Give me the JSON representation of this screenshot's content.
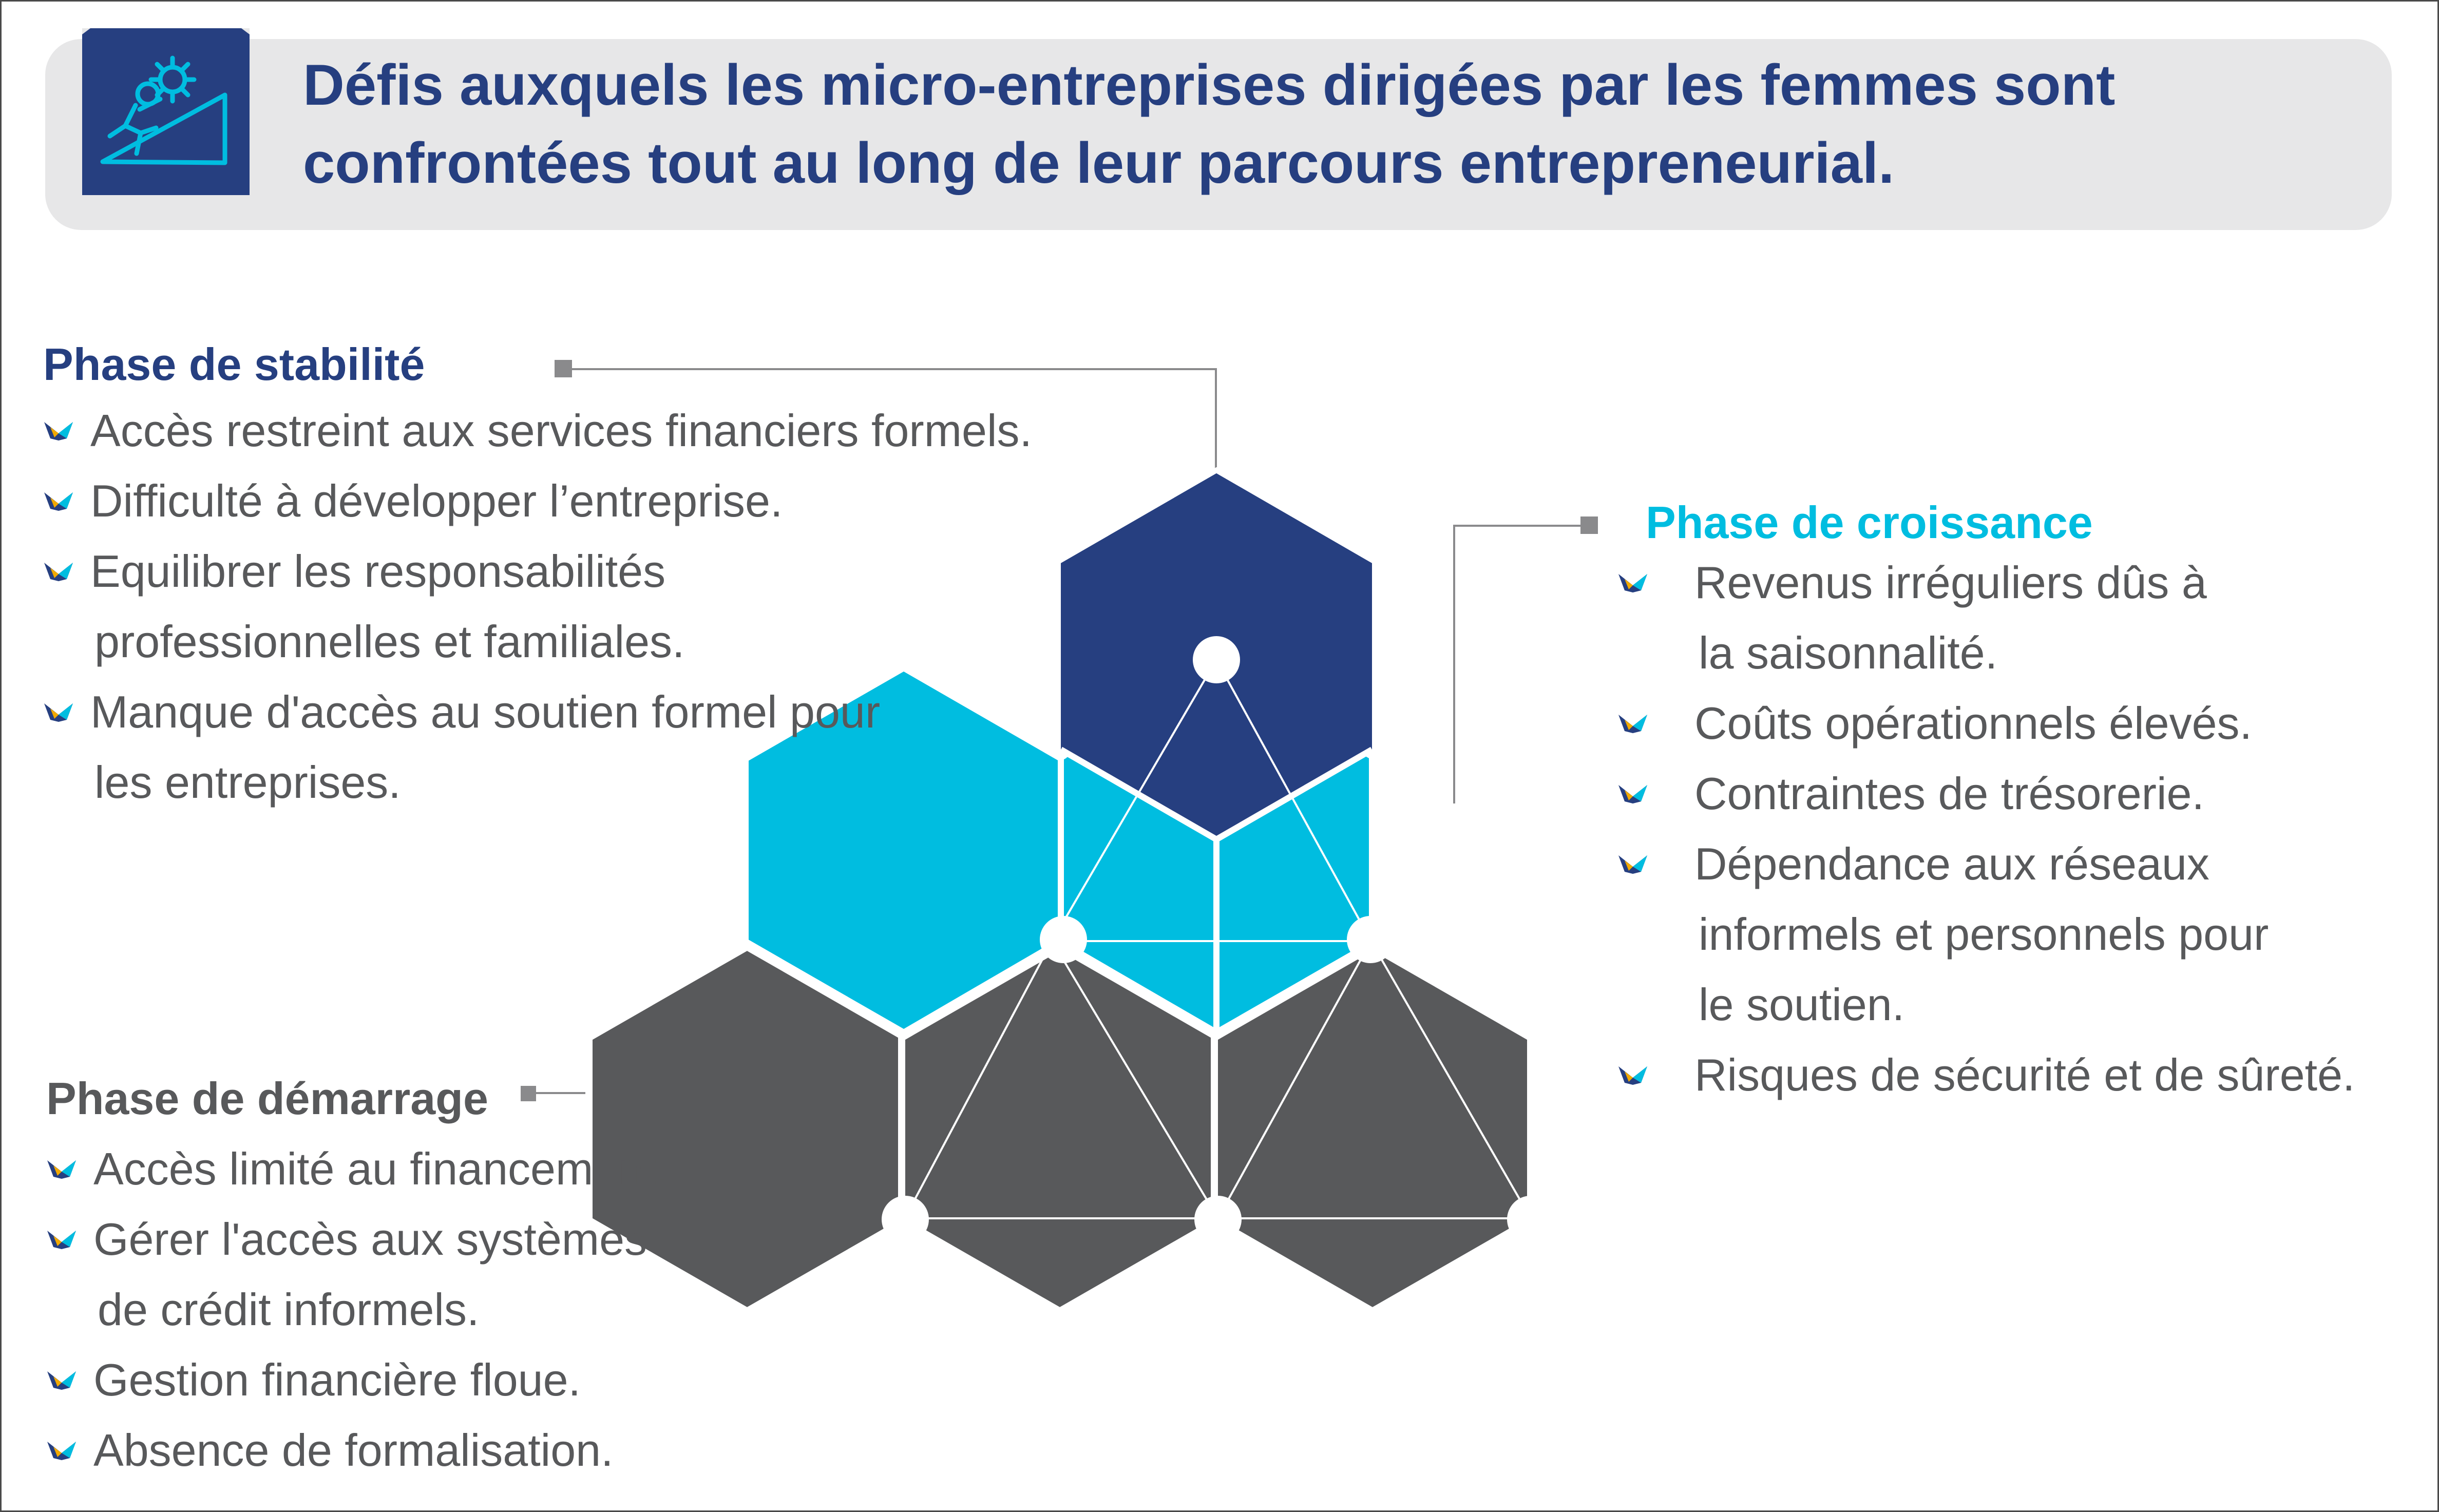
{
  "header": {
    "title_line1": "Défis auxquels les micro-entreprises dirigées par les femmes sont",
    "title_line2": "confrontées tout au long de leur parcours entrepreneurial.",
    "icon": "gear-climb-icon"
  },
  "colors": {
    "navy": "#263f80",
    "cyan": "#00bde0",
    "gray_dark": "#58595b",
    "header_bg": "#e7e7e8"
  },
  "phases": {
    "stability": {
      "title": "Phase de stabilité",
      "items": [
        {
          "l1": "Accès restreint aux services financiers formels.",
          "l2": ""
        },
        {
          "l1": "Difficulté à développer l’entreprise.",
          "l2": ""
        },
        {
          "l1": "Equilibrer les responsabilités",
          "l2": "professionnelles et familiales."
        },
        {
          "l1": "Manque d'accès au soutien formel pour",
          "l2": "les entreprises."
        }
      ]
    },
    "growth": {
      "title": "Phase de croissance",
      "items": [
        {
          "l1": "Revenus irréguliers dûs à",
          "l2": "la saisonnalité.",
          "l3": ""
        },
        {
          "l1": "Coûts opérationnels élevés.",
          "l2": "",
          "l3": ""
        },
        {
          "l1": "Contraintes de trésorerie.",
          "l2": "",
          "l3": ""
        },
        {
          "l1": "Dépendance aux réseaux",
          "l2": "informels et personnels pour",
          "l3": "le soutien."
        },
        {
          "l1": "Risques de sécurité et de sûreté.",
          "l2": "",
          "l3": ""
        }
      ]
    },
    "start": {
      "title": "Phase de démarrage",
      "items": [
        {
          "l1": "Accès limité au financement.",
          "l2": ""
        },
        {
          "l1": "Gérer l'accès aux systèmes",
          "l2": "de crédit informels."
        },
        {
          "l1": "Gestion financière floue.",
          "l2": ""
        },
        {
          "l1": "Absence de formalisation.",
          "l2": ""
        }
      ]
    }
  }
}
